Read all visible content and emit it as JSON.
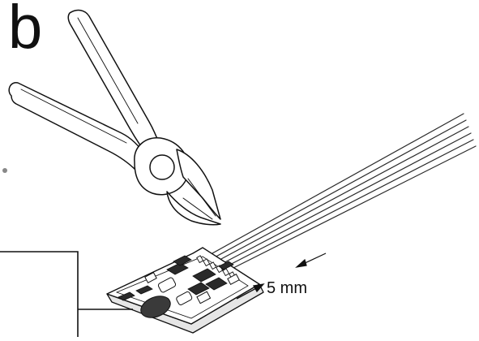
{
  "figure": {
    "panel_label": "b",
    "dimension_label": "5 mm"
  },
  "parts": [
    "diagonal-cutting-pliers",
    "ribbon-wires",
    "circuit-board",
    "dimension-arrow",
    "callout-box"
  ],
  "colors": {
    "ink": "#111111",
    "fill": "#ffffff",
    "component_dark": "#2a2a2a",
    "board_base": "#e6e6e6"
  }
}
